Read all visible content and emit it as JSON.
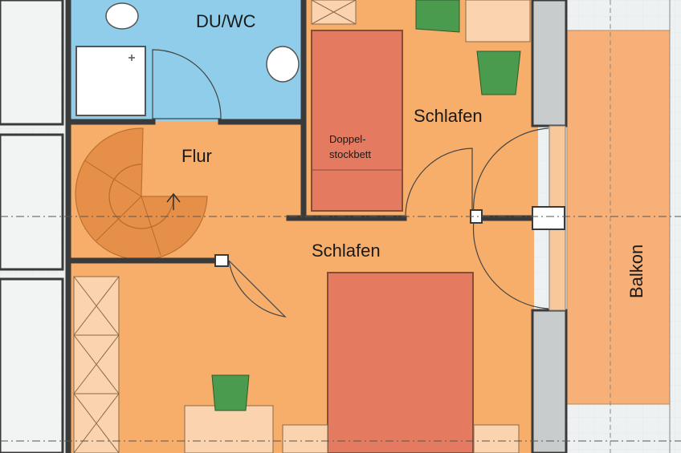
{
  "colors": {
    "paper": "#eef1f1",
    "floor": "#f6ae6a",
    "bath": "#8fcdea",
    "wall": "#3a3a3a",
    "bed": "#e47a60",
    "stair": "#e58c45",
    "cabinet": "#fbd3ae",
    "chair": "#4a9b4d",
    "balcony": "#f7b077",
    "pillar": "#c9cccc"
  },
  "rooms": {
    "bath": "DU/WC",
    "hall": "Flur",
    "bedroom_upper": "Schlafen",
    "bedroom_main": "Schlafen",
    "balcony": "Balkon"
  },
  "furniture": {
    "bunk_bed_line1": "Doppel-",
    "bunk_bed_line2": "stockbett"
  },
  "icons": {
    "stair_arrow": "arrow-up-icon"
  }
}
